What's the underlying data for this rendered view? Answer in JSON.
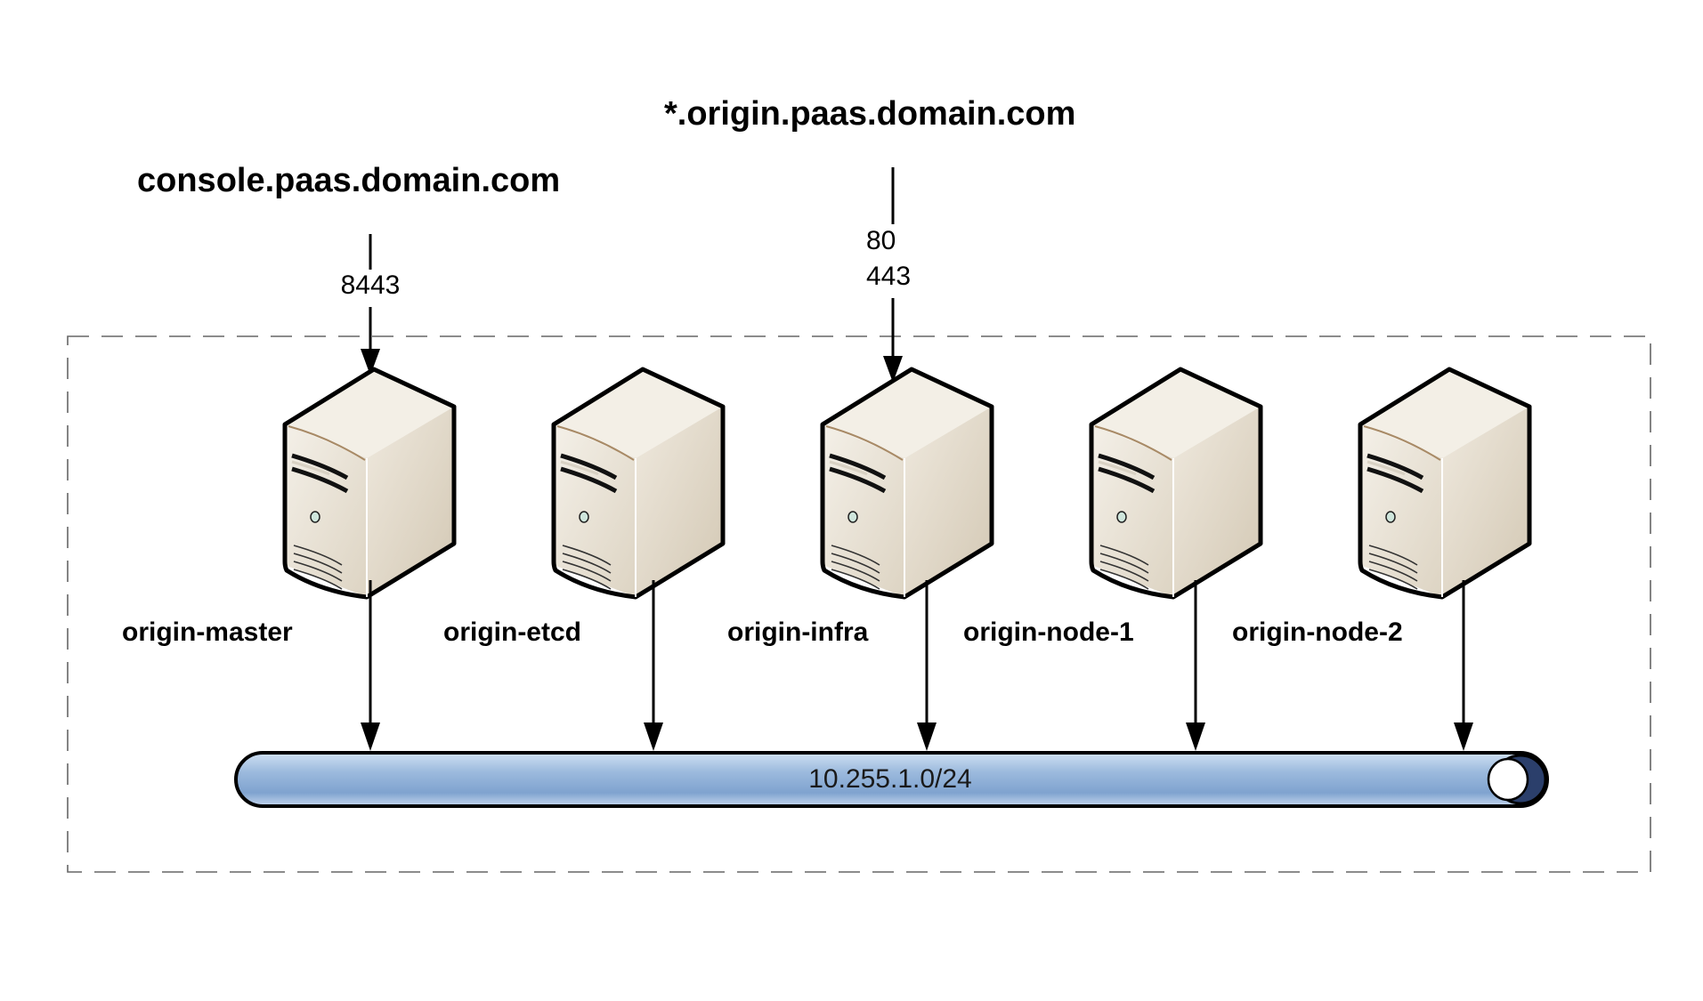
{
  "ingress": {
    "console": {
      "domain": "console.paas.domain.com",
      "port": "8443"
    },
    "router": {
      "domain": "*.origin.paas.domain.com",
      "ports": [
        "80",
        "443"
      ]
    }
  },
  "hosts": [
    {
      "name": "origin-master"
    },
    {
      "name": "origin-etcd"
    },
    {
      "name": "origin-infra"
    },
    {
      "name": "origin-node-1"
    },
    {
      "name": "origin-node-2"
    }
  ],
  "network": {
    "cidr": "10.255.1.0/24"
  },
  "icons": {
    "server": "server-tower-icon",
    "network": "network-bus-icon"
  },
  "colors": {
    "server_front": "#e9e3d6",
    "server_side": "#d8cfbd",
    "server_top": "#f3efe6",
    "network_pipe": "#9dbbde",
    "network_pipe_dark": "#6f94c4",
    "outline": "#000000"
  }
}
